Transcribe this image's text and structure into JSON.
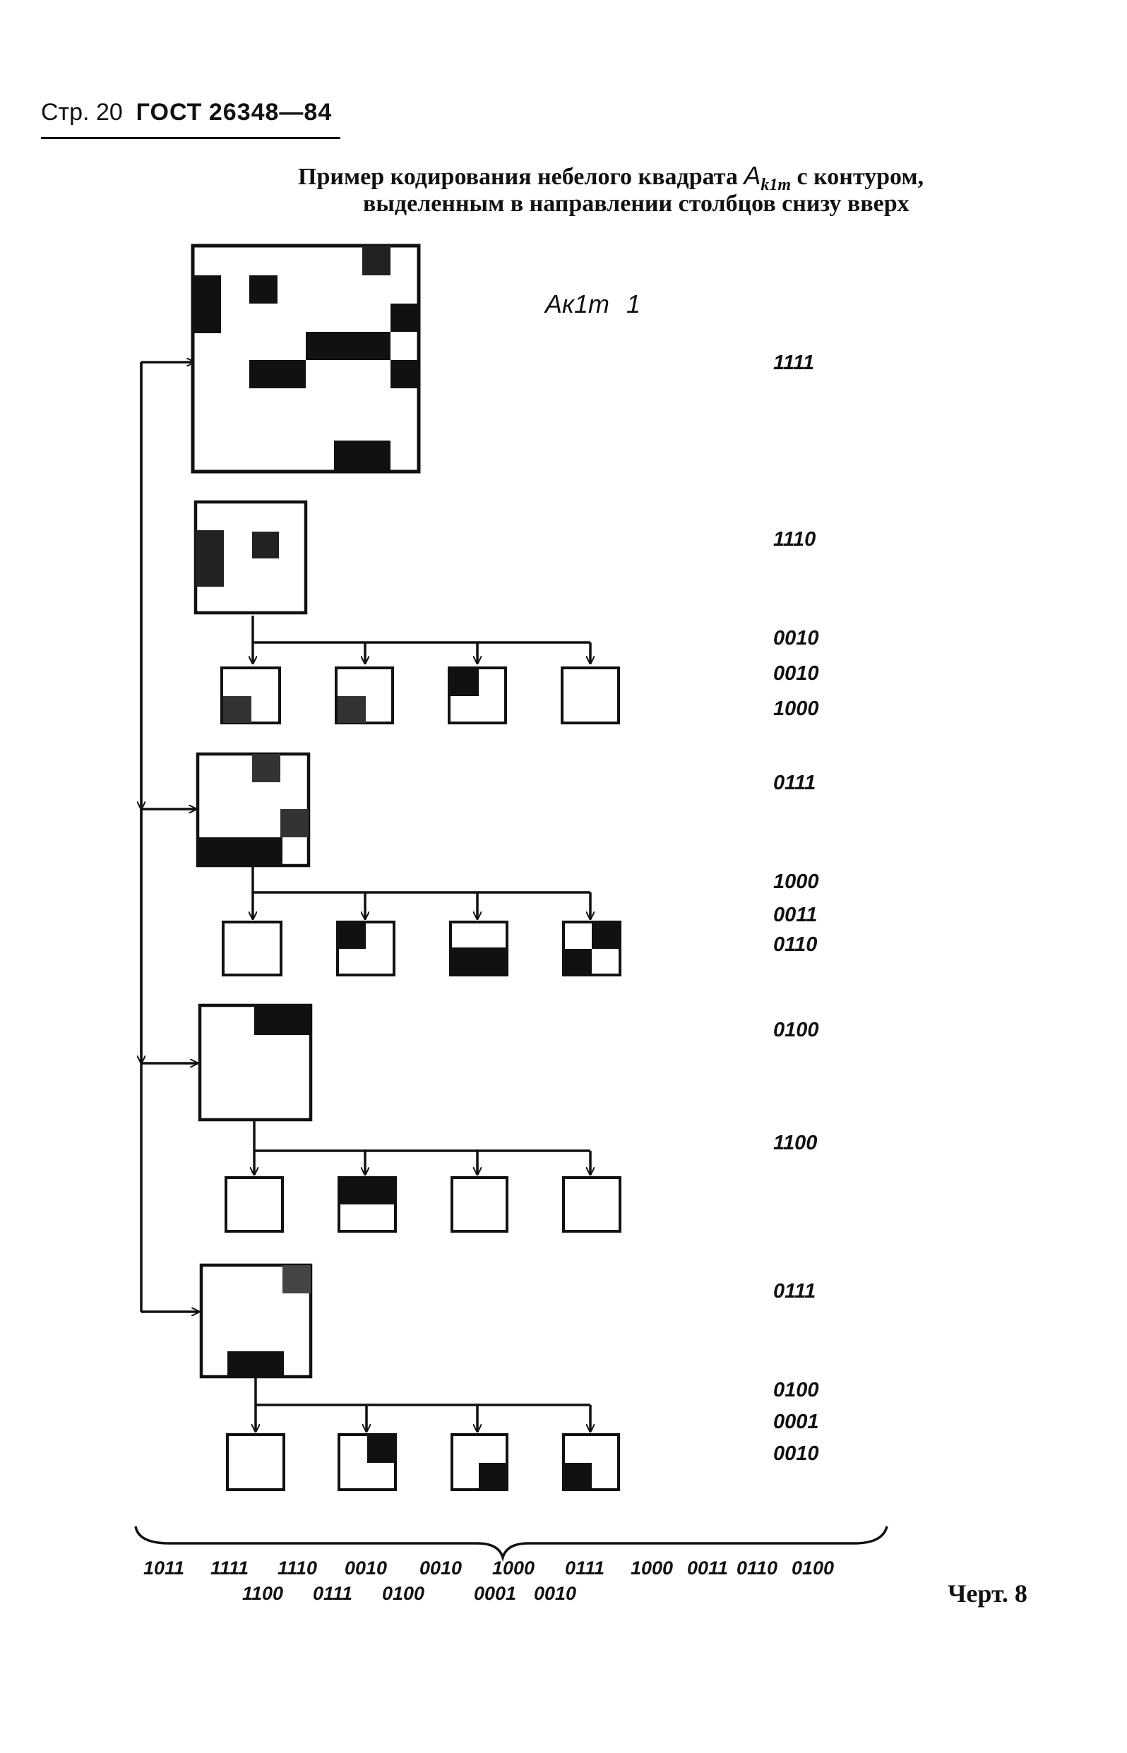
{
  "header": {
    "page_prefix": "Стр.",
    "page_number": "20",
    "standard": "ГОСТ",
    "standard_number": "26348—84"
  },
  "title": {
    "line1_before": "Пример кодирования небелого квадрата",
    "symbol": "A",
    "subscript": "k1m",
    "line1_after": "с контуром,",
    "line2": "выделенным в направлении столбцов снизу вверх"
  },
  "diagram_label": {
    "text": "Aк1m",
    "mark": "1"
  },
  "codes": [
    "1111",
    "1110",
    "0010",
    "0010",
    "1000",
    "0111",
    "1000",
    "0011",
    "0110",
    "0100",
    "1100",
    "0111",
    "0100",
    "0001",
    "0010"
  ],
  "sequence_line1": [
    "1011",
    "1111",
    "1110",
    "0010",
    "0010",
    "1000",
    "0111",
    "1000",
    "0011",
    "0110",
    "0100"
  ],
  "sequence_line2": [
    "1100",
    "0111",
    "0100",
    "0001",
    "0010"
  ],
  "figure_label": "Черт. 8"
}
